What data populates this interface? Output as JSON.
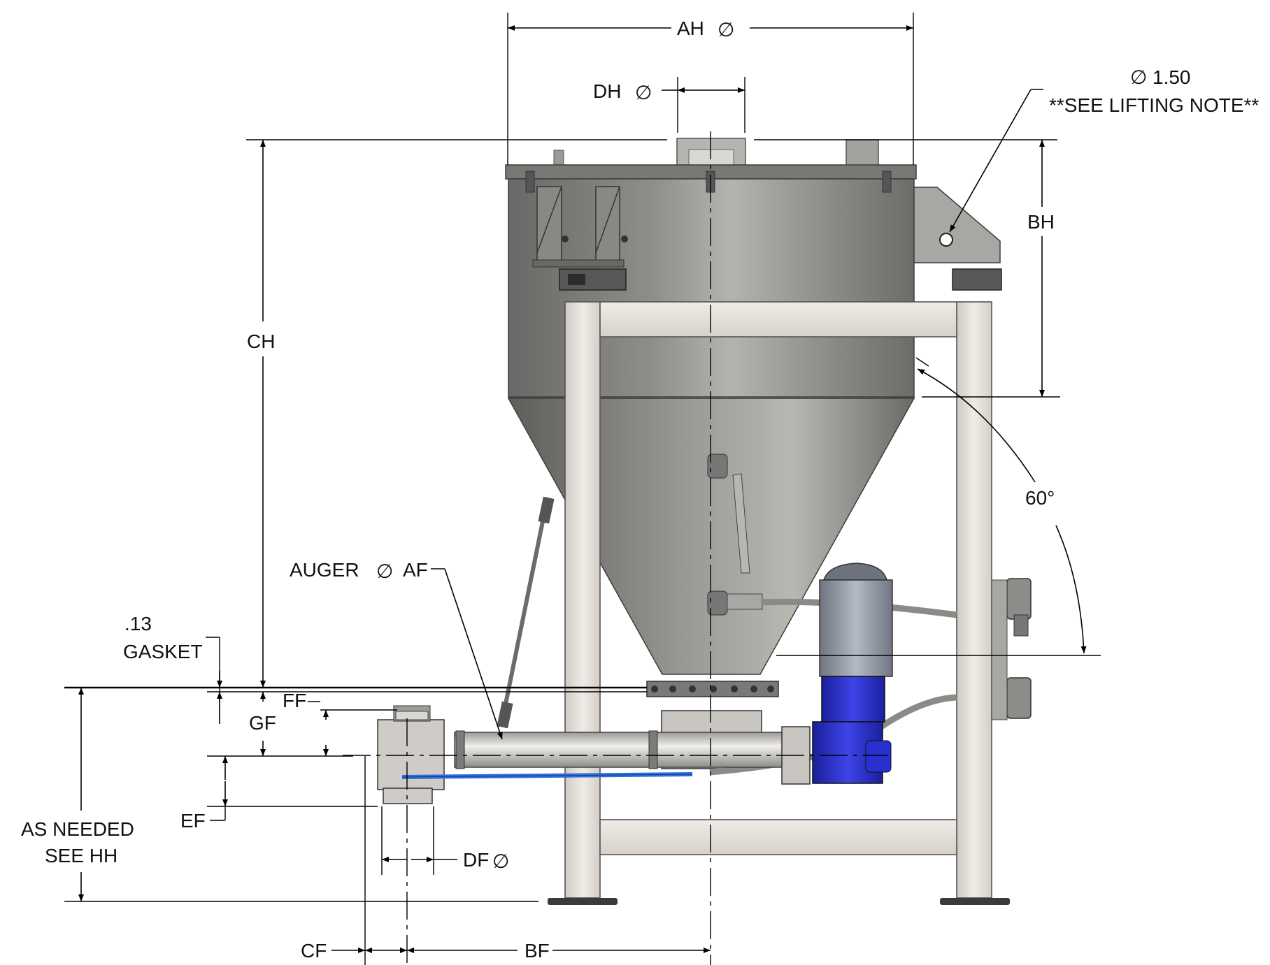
{
  "labels": {
    "ah": "AH",
    "dh": "DH",
    "diameter_symbol": "∅",
    "lifting_dia": "1.50",
    "lifting_note": "**SEE LIFTING NOTE**",
    "bh": "BH",
    "ch": "CH",
    "angle": "60°",
    "auger": "AUGER",
    "af": "AF",
    "gasket_value": ".13",
    "gasket_label": "GASKET",
    "ff": "FF",
    "gf": "GF",
    "ef": "EF",
    "as_needed": "AS NEEDED",
    "see_hh": "SEE HH",
    "df": "DF",
    "cf": "CF",
    "bf": "BF"
  },
  "colors": {
    "hopper_dark": "#6f6d6a",
    "hopper_light": "#a9a7a3",
    "frame": "#e6e2dc",
    "motor_blue": "#2a2fd1",
    "hose_blue": "#2c6fd6",
    "motor_gray": "#8e95a0"
  }
}
